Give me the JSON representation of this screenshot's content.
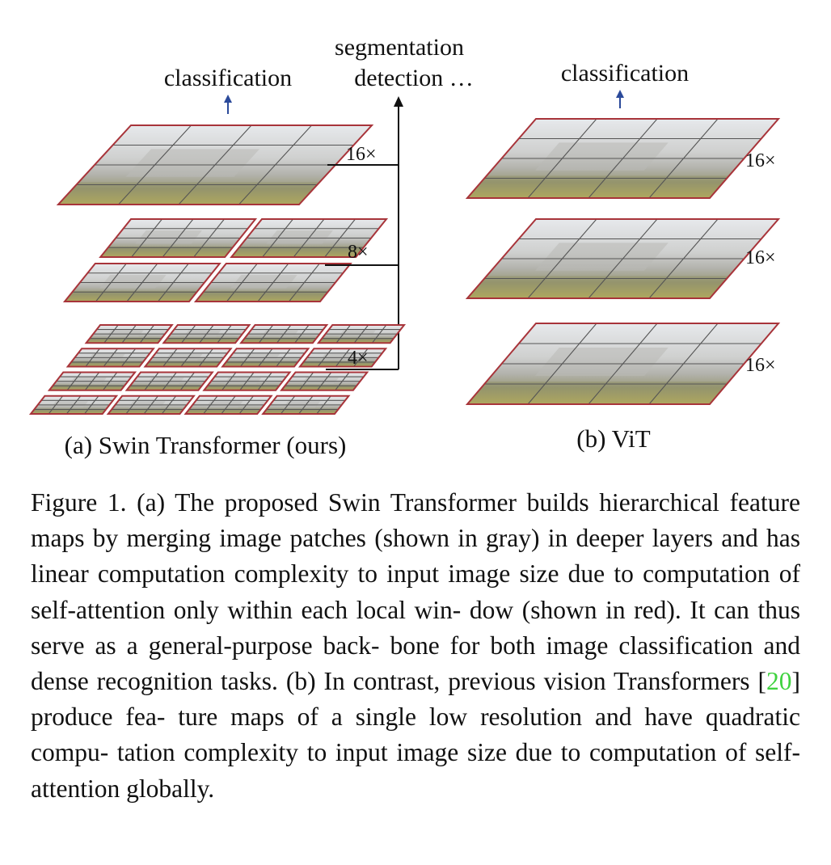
{
  "figure": {
    "swin": {
      "top_label": "classification",
      "right_label_line1": "segmentation",
      "right_label_line2": "detection …",
      "scales": [
        "16×",
        "8×",
        "4×"
      ],
      "subcaption": "(a) Swin Transformer (ours)"
    },
    "vit": {
      "top_label": "classification",
      "scales": [
        "16×",
        "16×",
        "16×"
      ],
      "subcaption": "(b) ViT"
    },
    "colors": {
      "window_border": "#a8343a",
      "patch_grid": "#555555",
      "arrow_blue": "#2b4a9a",
      "sky": "#dfe2e6",
      "castle": "#b9b9b6",
      "foliage": "#8a8a5a",
      "foliage_yellow": "#c9c05a"
    }
  },
  "caption": {
    "text_before_ref": "Figure 1. (a) The proposed Swin Transformer builds hierarchical feature maps by merging image patches (shown in gray) in deeper layers and has linear computation complexity to input image size due to computation of self-attention only within each local win- dow (shown in red). It can thus serve as a general-purpose back- bone for both image classification and dense recognition tasks. (b) In contrast, previous vision Transformers [",
    "ref": "20",
    "text_after_ref": "] produce fea- ture maps of a single low resolution and have quadratic compu- tation complexity to input image size due to computation of self- attention globally."
  }
}
